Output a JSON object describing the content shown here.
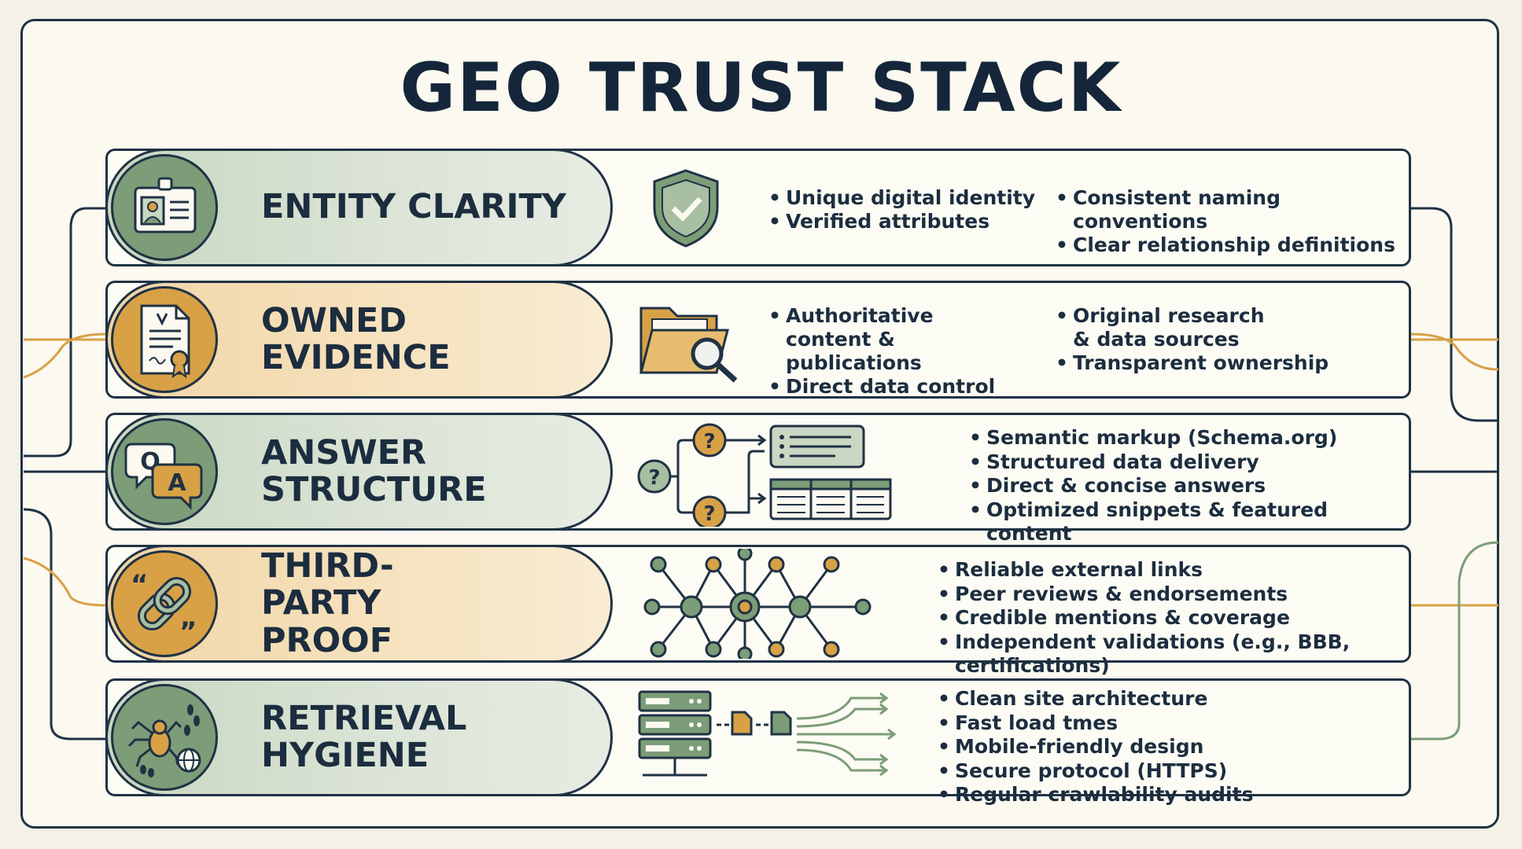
{
  "title": "GEO TRUST STACK",
  "colors": {
    "navy": "#203244",
    "sage": "#7c9d78",
    "amber": "#d8a146",
    "cream": "#fbf9f0"
  },
  "rows": [
    {
      "label": "ENTITY CLARITY",
      "theme": "green",
      "badge_icon": "id-card-icon",
      "mid_icon": "shield-check-icon",
      "bullets_left": [
        "Unique digital identity",
        "Verified attributes"
      ],
      "bullets_right": [
        "Consistent naming conventions",
        "Clear relationship definitions"
      ]
    },
    {
      "label": "OWNED EVIDENCE",
      "theme": "orange",
      "badge_icon": "certificate-document-icon",
      "mid_icon": "folder-search-icon",
      "bullets_left": [
        "Authoritative content & publications",
        "Direct data control"
      ],
      "bullets_right": [
        "Original research & data sources",
        "Transparent ownership"
      ]
    },
    {
      "label": "ANSWER STRUCTURE",
      "theme": "green",
      "badge_icon": "qa-speech-bubbles-icon",
      "mid_icon": "question-flow-diagram-icon",
      "bullets": [
        "Semantic markup (Schema.org)",
        "Structured data delivery",
        "Direct & concise answers",
        "Optimized snippets & featured content"
      ]
    },
    {
      "label": "THIRD-PARTY PROOF",
      "theme": "orange",
      "badge_icon": "chain-link-quote-icon",
      "mid_icon": "network-graph-icon",
      "bullets": [
        "Reliable external links",
        "Peer reviews & endorsements",
        "Credible mentions & coverage",
        "Independent validations (e.g., BBB, certifications)"
      ]
    },
    {
      "label": "RETRIEVAL HYGIENE",
      "theme": "green",
      "badge_icon": "crawler-spider-icon",
      "mid_icon": "server-data-flow-icon",
      "bullets": [
        "Clean site architecture",
        "Fast load tmes",
        "Mobile-friendly design",
        "Secure protocol (HTTPS)",
        "Regular crawlability audits"
      ]
    }
  ]
}
